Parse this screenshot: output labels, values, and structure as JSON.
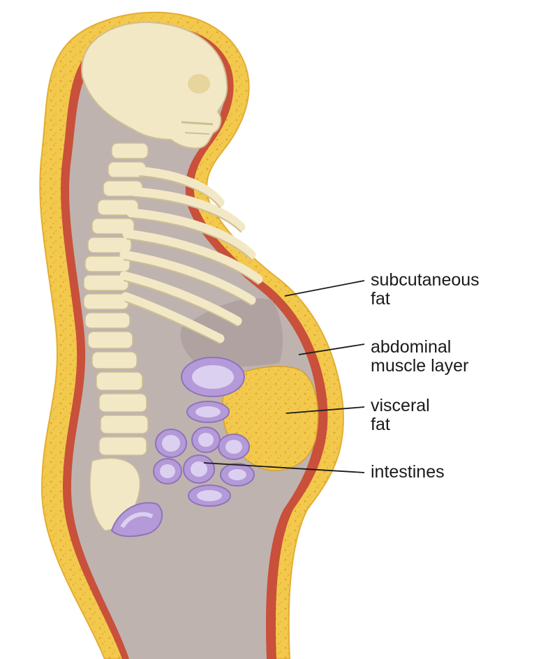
{
  "labels": {
    "subcutaneous_fat": {
      "line1": "subcutaneous",
      "line2": "fat"
    },
    "abdominal_muscle_layer": {
      "line1": "abdominal",
      "line2": "muscle layer"
    },
    "visceral_fat": {
      "line1": "visceral",
      "line2": "fat"
    },
    "intestines": {
      "line1": "intestines"
    }
  },
  "colors": {
    "background": "#ffffff",
    "fat": "#f2c94c",
    "fat_speckle": "#e0a82e",
    "muscle": "#c9503a",
    "body_cavity": "#bfb3b0",
    "bone": "#f3e8c6",
    "bone_shadow": "#cdbf94",
    "intestine": "#b49ad8",
    "intestine_lumen": "#dcd0f0",
    "leader_line": "#1a1a1a"
  }
}
